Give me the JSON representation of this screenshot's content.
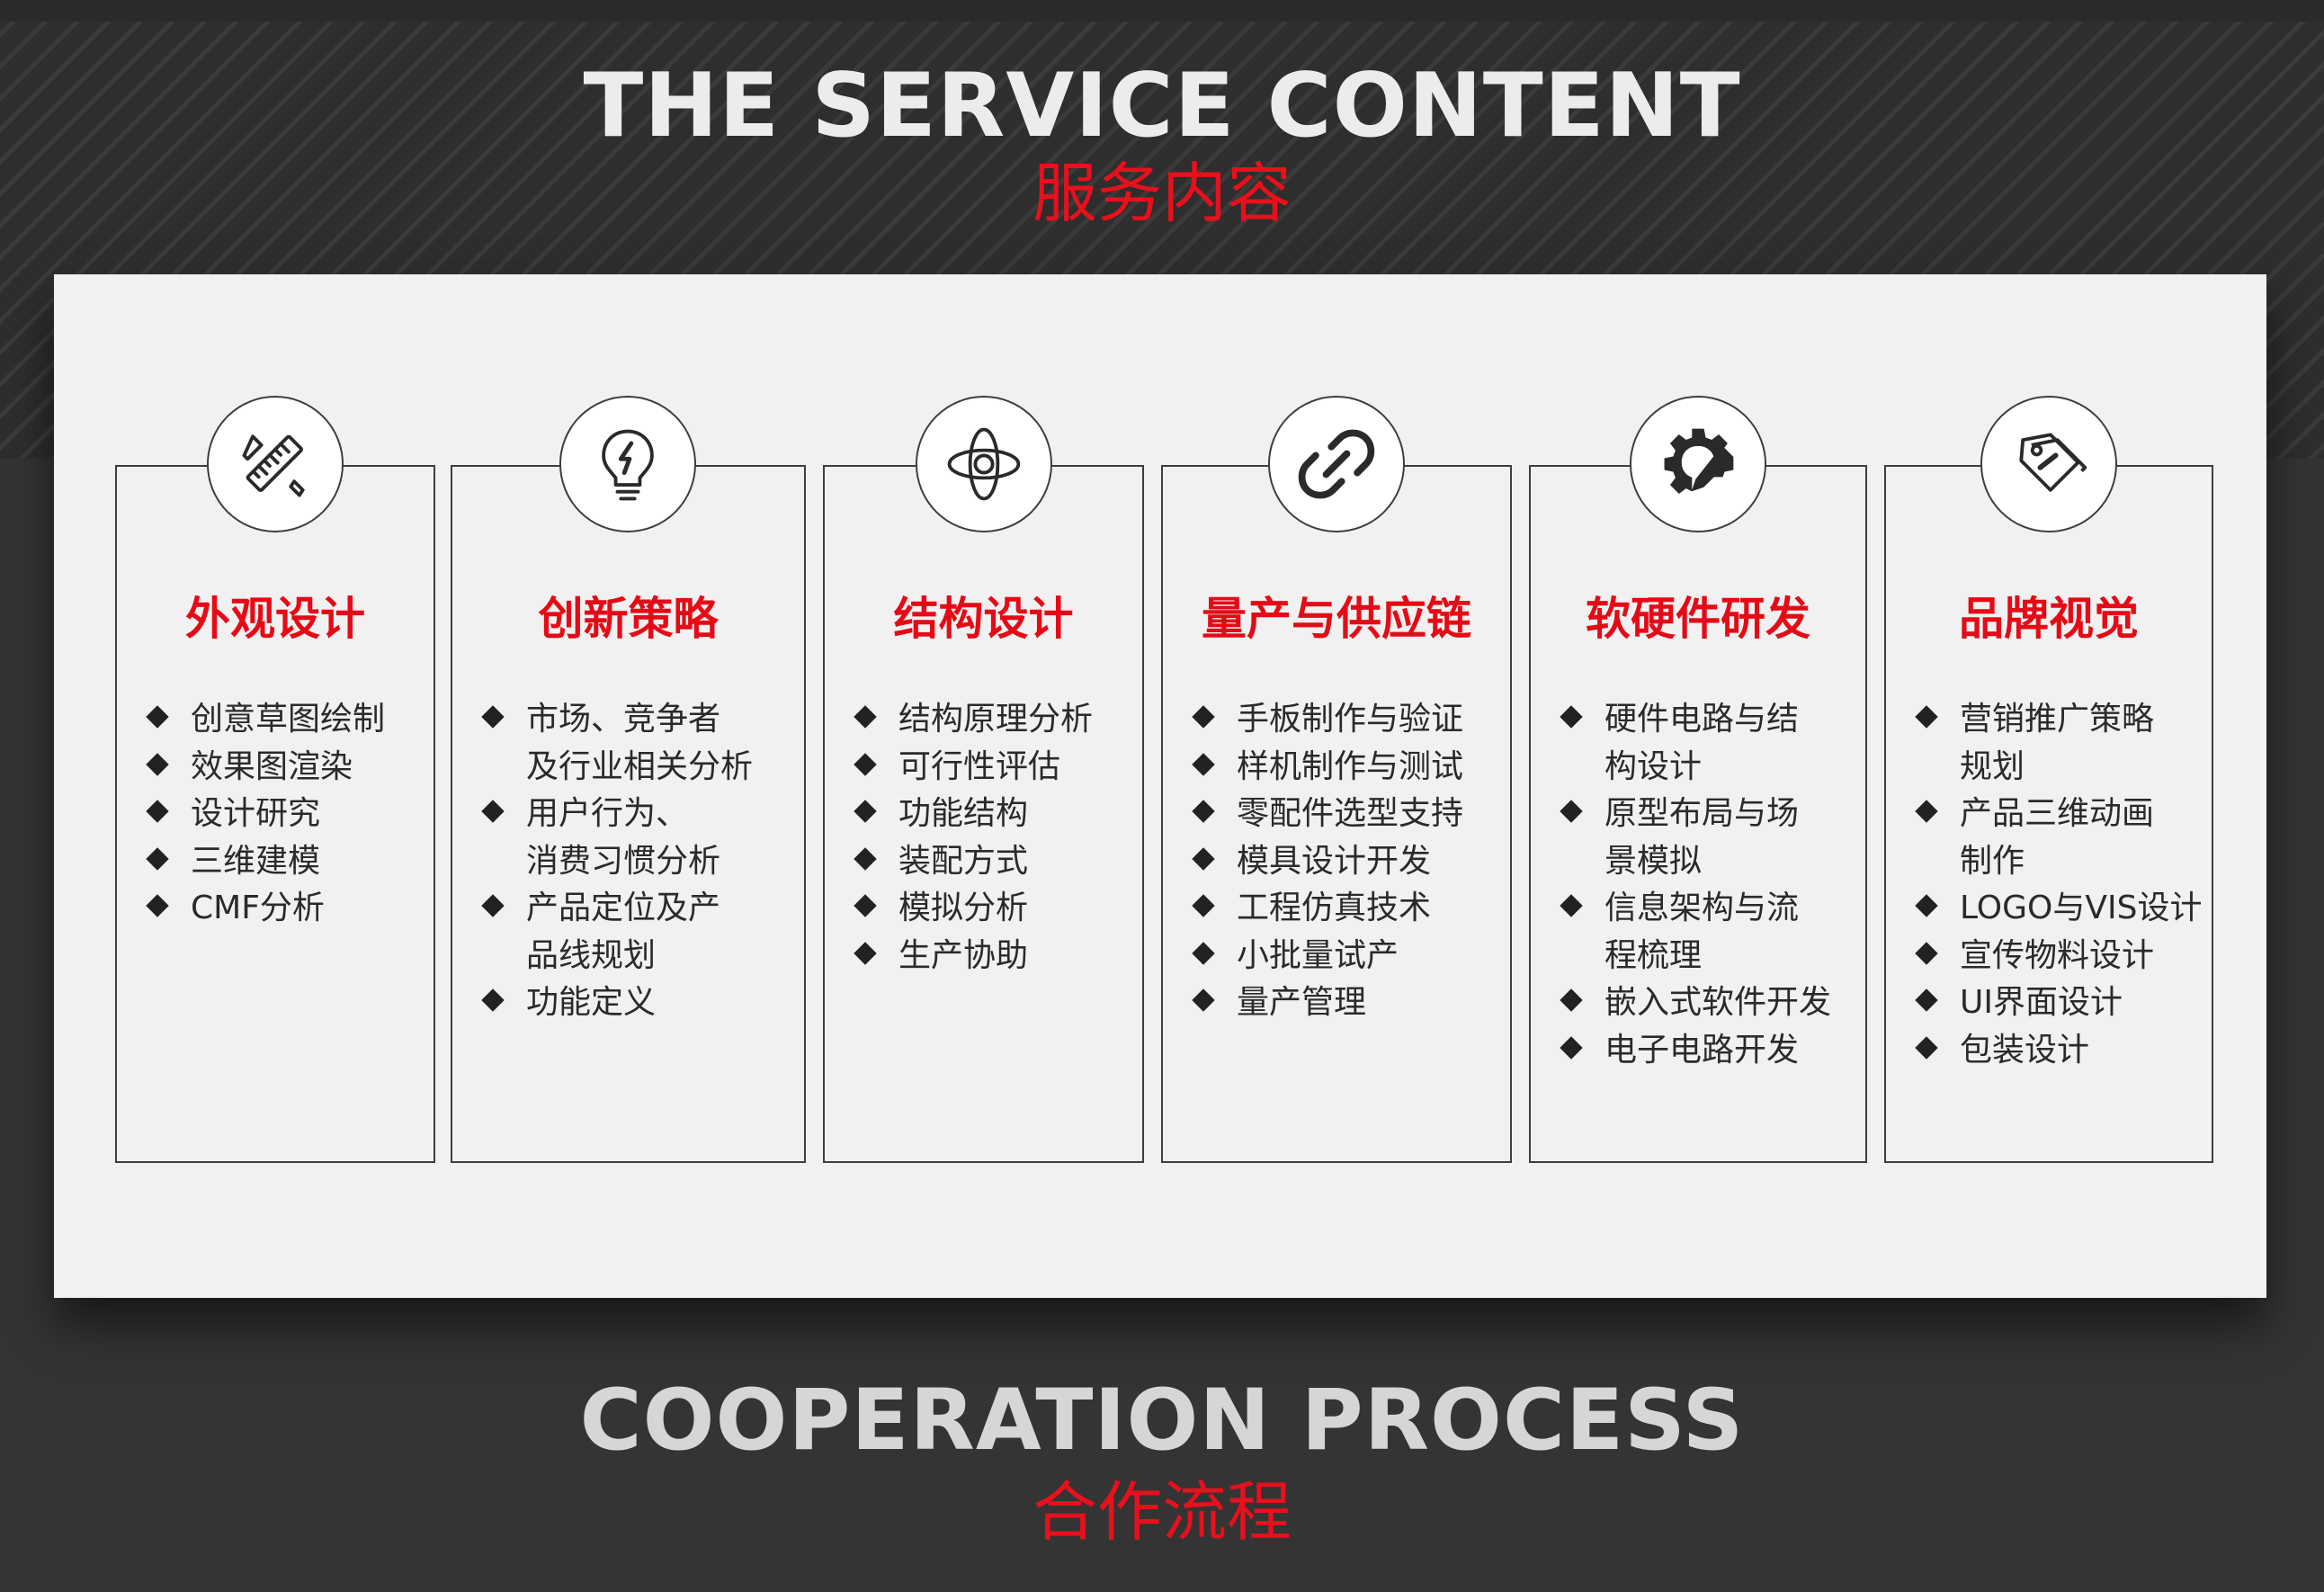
{
  "header": {
    "title_en": "THE SERVICE CONTENT",
    "title_zh": "服务内容"
  },
  "footer": {
    "title_en": "COOPERATION PROCESS",
    "title_zh": "合作流程"
  },
  "colors": {
    "accent_red": "#e40b17",
    "background_dark": "#343434",
    "panel": "#f1f1f1",
    "text_dark": "#2a2a2a"
  },
  "services": [
    {
      "icon": "ruler-pencil-icon",
      "title": "外观设计",
      "items": [
        [
          "创意草图绘制"
        ],
        [
          "效果图渲染"
        ],
        [
          "设计研究"
        ],
        [
          "三维建模"
        ],
        [
          "CMF分析"
        ]
      ]
    },
    {
      "icon": "lightbulb-icon",
      "title": "创新策略",
      "items": [
        [
          "市场、竞争者",
          "及行业相关分析"
        ],
        [
          "用户行为、",
          "消费习惯分析"
        ],
        [
          "产品定位及产",
          "品线规划"
        ],
        [
          "功能定义"
        ]
      ]
    },
    {
      "icon": "orbit-icon",
      "title": "结构设计",
      "items": [
        [
          "结构原理分析"
        ],
        [
          "可行性评估"
        ],
        [
          "功能结构"
        ],
        [
          "装配方式"
        ],
        [
          "模拟分析"
        ],
        [
          "生产协助"
        ]
      ]
    },
    {
      "icon": "chain-link-icon",
      "title": "量产与供应链",
      "items": [
        [
          "手板制作与验证"
        ],
        [
          "样机制作与测试"
        ],
        [
          "零配件选型支持"
        ],
        [
          "模具设计开发"
        ],
        [
          "工程仿真技术"
        ],
        [
          "小批量试产"
        ],
        [
          "量产管理"
        ]
      ]
    },
    {
      "icon": "gear-pencil-icon",
      "title": "软硬件研发",
      "items": [
        [
          "硬件电路与结",
          "构设计"
        ],
        [
          "原型布局与场",
          "景模拟"
        ],
        [
          "信息架构与流",
          "程梳理"
        ],
        [
          "嵌入式软件开发"
        ],
        [
          "电子电路开发"
        ]
      ]
    },
    {
      "icon": "tag-icon",
      "title": "品牌视觉",
      "items": [
        [
          "营销推广策略",
          "规划"
        ],
        [
          "产品三维动画",
          "制作"
        ],
        [
          "LOGO与VIS设计"
        ],
        [
          "宣传物料设计"
        ],
        [
          "UI界面设计"
        ],
        [
          "包装设计"
        ]
      ]
    }
  ]
}
